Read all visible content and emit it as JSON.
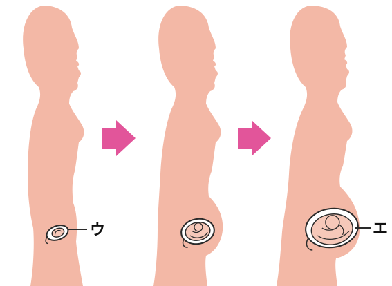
{
  "colors": {
    "skin": "#f3b8a6",
    "arrow": "#e2559a",
    "outline": "#2a2a2a",
    "fetus": "#f6c8b9",
    "sac": "#ffffff",
    "background": "#ffffff"
  },
  "figures": [
    {
      "stage": "early"
    },
    {
      "stage": "middle"
    },
    {
      "stage": "late"
    }
  ],
  "arrows": [
    {
      "icon": "right-arrow-icon"
    },
    {
      "icon": "right-arrow-icon"
    }
  ],
  "labels": {
    "early": "ウ",
    "late": "エ"
  }
}
